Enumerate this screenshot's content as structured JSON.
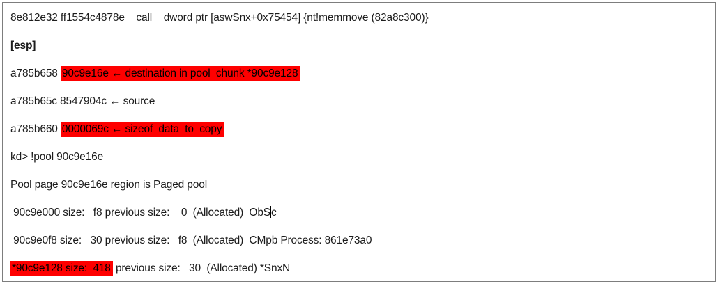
{
  "page": {
    "background_color": "#ffffff",
    "border_color": "#7d7d7d",
    "text_color": "#1c1c1c",
    "highlight_color": "#fe0000",
    "highlight_text_color": "#000000"
  },
  "terminal": {
    "lines": [
      {
        "segments": [
          {
            "style": "normal",
            "text": "8e812e32 ff1554c4878e    call    dword ptr [aswSnx+0x75454] {nt!memmove (82a8c300)}"
          }
        ]
      },
      {
        "segments": [
          {
            "style": "bold",
            "text": "[esp]"
          }
        ]
      },
      {
        "segments": [
          {
            "style": "normal",
            "text": "a785b658 "
          },
          {
            "style": "highlight",
            "text": "90c9e16e ← destination in pool  chunk *90c9e128"
          }
        ]
      },
      {
        "segments": [
          {
            "style": "normal",
            "text": "a785b65c 8547904c ← source"
          }
        ]
      },
      {
        "segments": [
          {
            "style": "normal",
            "text": "a785b660 "
          },
          {
            "style": "highlight",
            "text": "0000069c ← sizeof  data  to  copy"
          }
        ]
      },
      {
        "segments": [
          {
            "style": "normal",
            "text": "kd> !pool 90c9e16e"
          }
        ]
      },
      {
        "segments": [
          {
            "style": "normal",
            "text": "Pool page 90c9e16e region is Paged pool"
          }
        ]
      },
      {
        "segments": [
          {
            "style": "normal",
            "text": " 90c9e000 size:   f8 previous size:    0  (Allocated)  ObS"
          },
          {
            "style": "caret",
            "text": ""
          },
          {
            "style": "normal",
            "text": "c"
          }
        ]
      },
      {
        "segments": [
          {
            "style": "normal",
            "text": " 90c9e0f8 size:   30 previous size:   f8  (Allocated)  CMpb Process: 861e73a0"
          }
        ]
      },
      {
        "segments": [
          {
            "style": "highlight",
            "text": "*90c9e128 size:  418"
          },
          {
            "style": "normal",
            "text": " previous size:   30  (Allocated) *SnxN"
          }
        ]
      }
    ]
  }
}
